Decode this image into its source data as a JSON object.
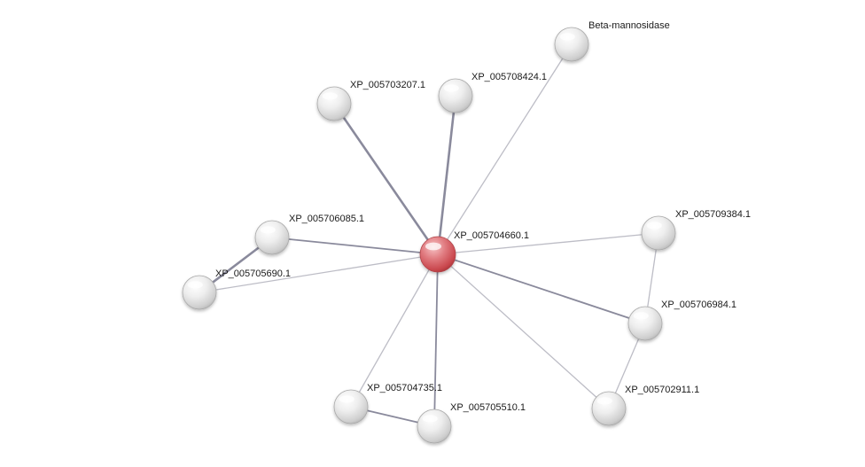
{
  "network": {
    "center": "XP_005704660.1",
    "colors": {
      "center_node": "#d9585e",
      "node": "#e4e4e4",
      "edge_strong": "#8a8a9c",
      "edge_weak": "#bdbdc6",
      "label": "#1a1a1a"
    },
    "nodes": [
      {
        "id": "XP_005704660.1",
        "label": "XP_005704660.1",
        "type": "query"
      },
      {
        "id": "Beta-mannosidase",
        "label": "Beta-mannosidase",
        "type": "partner"
      },
      {
        "id": "XP_005708424.1",
        "label": "XP_005708424.1",
        "type": "partner"
      },
      {
        "id": "XP_005703207.1",
        "label": "XP_005703207.1",
        "type": "partner"
      },
      {
        "id": "XP_005706085.1",
        "label": "XP_005706085.1",
        "type": "partner"
      },
      {
        "id": "XP_005705690.1",
        "label": "XP_005705690.1",
        "type": "partner"
      },
      {
        "id": "XP_005709384.1",
        "label": "XP_005709384.1",
        "type": "partner"
      },
      {
        "id": "XP_005706984.1",
        "label": "XP_005706984.1",
        "type": "partner"
      },
      {
        "id": "XP_005702911.1",
        "label": "XP_005702911.1",
        "type": "partner"
      },
      {
        "id": "XP_005704735.1",
        "label": "XP_005704735.1",
        "type": "partner"
      },
      {
        "id": "XP_005705510.1",
        "label": "XP_005705510.1",
        "type": "partner"
      }
    ],
    "edges": [
      {
        "from": "XP_005704660.1",
        "to": "Beta-mannosidase",
        "strength": "weak"
      },
      {
        "from": "XP_005704660.1",
        "to": "XP_005708424.1",
        "strength": "strong"
      },
      {
        "from": "XP_005704660.1",
        "to": "XP_005703207.1",
        "strength": "strong"
      },
      {
        "from": "XP_005704660.1",
        "to": "XP_005706085.1",
        "strength": "medium"
      },
      {
        "from": "XP_005704660.1",
        "to": "XP_005705690.1",
        "strength": "weak"
      },
      {
        "from": "XP_005704660.1",
        "to": "XP_005709384.1",
        "strength": "weak"
      },
      {
        "from": "XP_005704660.1",
        "to": "XP_005706984.1",
        "strength": "medium"
      },
      {
        "from": "XP_005704660.1",
        "to": "XP_005702911.1",
        "strength": "weak"
      },
      {
        "from": "XP_005704660.1",
        "to": "XP_005704735.1",
        "strength": "weak"
      },
      {
        "from": "XP_005704660.1",
        "to": "XP_005705510.1",
        "strength": "medium"
      },
      {
        "from": "XP_005706085.1",
        "to": "XP_005705690.1",
        "strength": "strong"
      },
      {
        "from": "XP_005709384.1",
        "to": "XP_005706984.1",
        "strength": "weak"
      },
      {
        "from": "XP_005706984.1",
        "to": "XP_005702911.1",
        "strength": "weak"
      },
      {
        "from": "XP_005704735.1",
        "to": "XP_005705510.1",
        "strength": "medium"
      }
    ]
  }
}
